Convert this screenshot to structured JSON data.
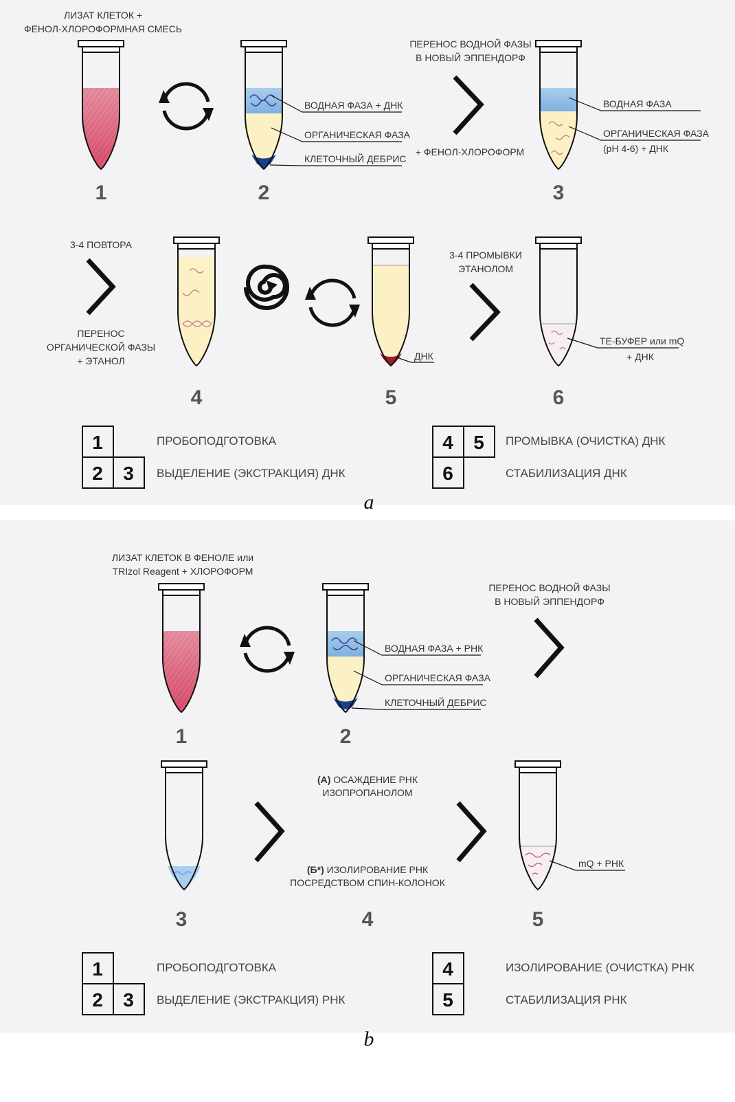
{
  "panel_a": {
    "step1_label": [
      "ЛИЗАТ КЛЕТОК +",
      "ФЕНОЛ-ХЛОРОФОРМНАЯ СМЕСЬ"
    ],
    "step2_labels": [
      "ВОДНАЯ ФАЗА + ДНК",
      "ОРГАНИЧЕСКАЯ ФАЗА",
      "КЛЕТОЧНЫЙ ДЕБРИС"
    ],
    "transfer_label": [
      "ПЕРЕНОС ВОДНОЙ ФАЗЫ",
      "В НОВЫЙ ЭППЕНДОРФ"
    ],
    "phenol_label": "+ ФЕНОЛ-ХЛОРОФОРМ",
    "step3_labels": [
      "ВОДНАЯ ФАЗА",
      "ОРГАНИЧЕСКАЯ ФАЗА",
      "(pH 4-6) + ДНК"
    ],
    "repeat_label": "3-4 ПОВТОРА",
    "organic_transfer_label": [
      "ПЕРЕНОС",
      "ОРГАНИЧЕСКОЙ ФАЗЫ",
      "+ ЭТАНОЛ"
    ],
    "step5_label": "ДНК",
    "wash_label": [
      "3-4 ПРОМЫВКИ",
      "ЭТАНОЛОМ"
    ],
    "step6_labels": [
      "ТЕ-БУФЕР или mQ",
      "+ ДНК"
    ],
    "step_numbers": [
      "1",
      "2",
      "3",
      "4",
      "5",
      "6"
    ],
    "legend": {
      "left_boxes": [
        "1",
        "2",
        "3"
      ],
      "left_texts": [
        "ПРОБОПОДГОТОВКА",
        "ВЫДЕЛЕНИЕ (ЭКСТРАКЦИЯ) ДНК"
      ],
      "right_boxes": [
        "4",
        "5",
        "6"
      ],
      "right_texts": [
        "ПРОМЫВКА (ОЧИСТКА) ДНК",
        "СТАБИЛИЗАЦИЯ ДНК"
      ]
    },
    "letter": "a"
  },
  "panel_b": {
    "step1_label": [
      "ЛИЗАТ КЛЕТОК В ФЕНОЛЕ или",
      "TRIzol Reagent + ХЛОРОФОРМ"
    ],
    "step2_labels": [
      "ВОДНАЯ ФАЗА + РНК",
      "ОРГАНИЧЕСКАЯ ФАЗА",
      "КЛЕТОЧНЫЙ ДЕБРИС"
    ],
    "transfer_label": [
      "ПЕРЕНОС ВОДНОЙ ФАЗЫ",
      "В НОВЫЙ ЭППЕНДОРФ"
    ],
    "option_a": {
      "prefix": "(А)",
      "lines": [
        " ОСАЖДЕНИЕ РНК",
        "ИЗОПРОПАНОЛОМ"
      ]
    },
    "option_b": {
      "prefix": "(Б*)",
      "lines": [
        " ИЗОЛИРОВАНИЕ РНК",
        "ПОСРЕДСТВОМ СПИН-КОЛОНОК"
      ]
    },
    "step5_label": "mQ + РНК",
    "step_numbers": [
      "1",
      "2",
      "3",
      "4",
      "5"
    ],
    "legend": {
      "left_boxes": [
        "1",
        "2",
        "3"
      ],
      "left_texts": [
        "ПРОБОПОДГОТОВКА",
        "ВЫДЕЛЕНИЕ (ЭКСТРАКЦИЯ) РНК"
      ],
      "right_boxes": [
        "4",
        "5"
      ],
      "right_texts": [
        "ИЗОЛИРОВАНИЕ (ОЧИСТКА) РНК",
        "СТАБИЛИЗАЦИЯ РНК"
      ]
    },
    "letter": "b"
  },
  "colors": {
    "lysate": "#d9536e",
    "aqueous": "#7fb2e0",
    "organic": "#fbf1c4",
    "debris": "#1c3f8c",
    "dna_pellet": "#a11d25",
    "strand": "#c98a8a"
  }
}
